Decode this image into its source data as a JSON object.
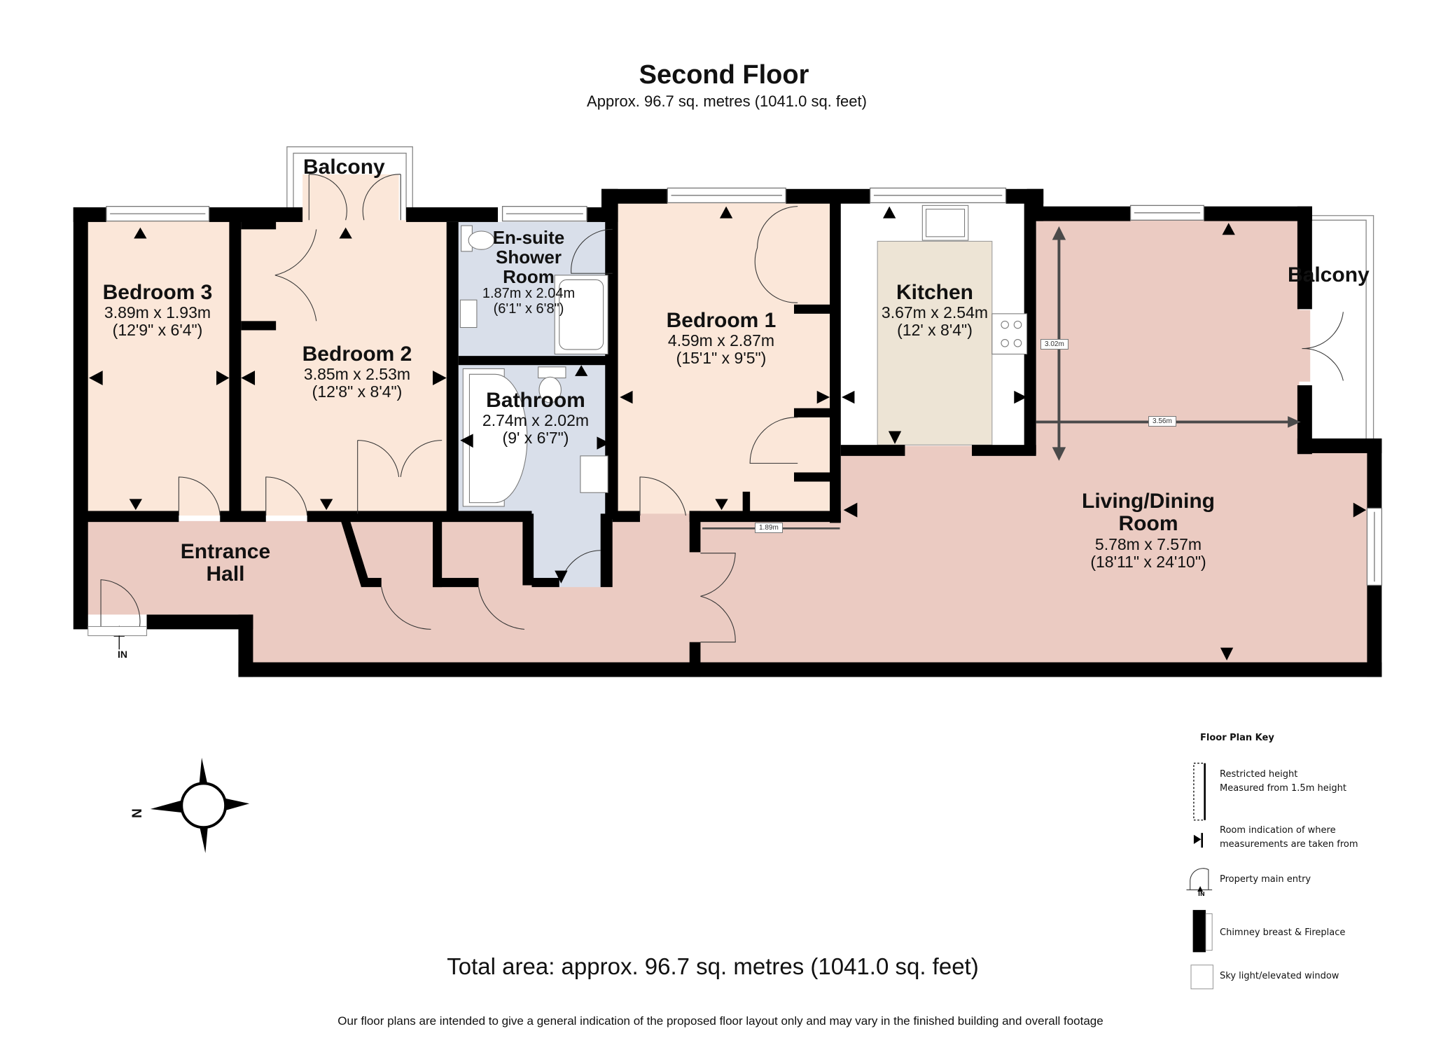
{
  "header": {
    "title": "Second Floor",
    "subtitle": "Approx. 96.7 sq. metres (1041.0 sq. feet)"
  },
  "rooms": {
    "bedroom3": {
      "name": "Bedroom 3",
      "metric": "3.89m x 1.93m",
      "imperial": "(12'9\" x 6'4\")",
      "color": "#fbe7d9"
    },
    "bedroom2": {
      "name": "Bedroom 2",
      "metric": "3.85m x 2.53m",
      "imperial": "(12'8\" x 8'4\")",
      "color": "#fbe7d9"
    },
    "ensuite": {
      "name_line1": "En-suite",
      "name_line2": "Shower",
      "name_line3": "Room",
      "metric": "1.87m x 2.04m",
      "imperial": "(6'1\" x 6'8\")",
      "color": "#d9dfea"
    },
    "bathroom": {
      "name": "Bathroom",
      "metric": "2.74m x 2.02m",
      "imperial": "(9' x 6'7\")",
      "color": "#d9dfea"
    },
    "bedroom1": {
      "name": "Bedroom 1",
      "metric": "4.59m x 2.87m",
      "imperial": "(15'1\" x 9'5\")",
      "color": "#fbe7d9"
    },
    "kitchen": {
      "name": "Kitchen",
      "metric": "3.67m x 2.54m",
      "imperial": "(12' x 8'4\")",
      "color": "#ffffff",
      "island_color": "#ede4d5"
    },
    "living": {
      "name_line1": "Living/Dining",
      "name_line2": "Room",
      "metric": "5.78m x 7.57m",
      "imperial": "(18'11\" x 24'10\")",
      "color": "#ebcbc2"
    },
    "entrance": {
      "name_line1": "Entrance",
      "name_line2": "Hall",
      "color": "#ebcbc2"
    }
  },
  "balconies": {
    "top": "Balcony",
    "right": "Balcony"
  },
  "measurements": {
    "living_height": "3.02m",
    "living_width": "3.56m",
    "hall_width": "1.89m"
  },
  "entry": {
    "label": "IN"
  },
  "compass": {
    "label": "N"
  },
  "key": {
    "title": "Floor Plan Key",
    "items": [
      {
        "icon": "restricted-height-icon",
        "line1": "Restricted height",
        "line2": "Measured from 1.5m height"
      },
      {
        "icon": "measurement-marker-icon",
        "line1": "Room indication of where",
        "line2": "measurements are taken from"
      },
      {
        "icon": "main-entry-door-icon",
        "line1": "Property main entry",
        "line2": "",
        "sub_label": "IN"
      },
      {
        "icon": "chimney-breast-icon",
        "line1": "Chimney breast & Fireplace",
        "line2": ""
      },
      {
        "icon": "skylight-icon",
        "line1": "Sky light/elevated window",
        "line2": ""
      }
    ]
  },
  "footer": {
    "total": "Total area: approx. 96.7 sq. metres (1041.0 sq. feet)",
    "disclaimer": "Our floor plans are intended to give a general indication of the proposed floor layout only and may vary in the finished building and overall footage"
  },
  "colors": {
    "wall": "#000000",
    "bedroom": "#fbe7d9",
    "hall_living": "#ebcbc2",
    "wet_room": "#d9dfea",
    "kitchen_island": "#ede4d5",
    "measure_line": "#4a4a4a"
  }
}
